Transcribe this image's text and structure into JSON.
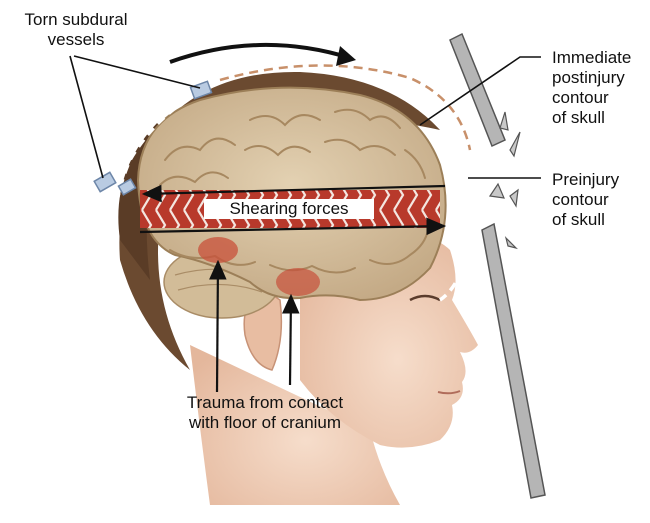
{
  "labels": {
    "torn_vessels": "Torn subdural\nvessels",
    "postinjury_contour": "Immediate\npostinjury\ncontour\nof skull",
    "preinjury_contour": "Preinjury\ncontour\nof skull",
    "shearing_forces": "Shearing forces",
    "trauma": "Trauma from contact\nwith floor of cranium"
  },
  "colors": {
    "skin": "#f2d2bd",
    "hair": "#6b4a30",
    "brain": "#d9c4a3",
    "contusion": "#c8503a",
    "shear_band": "#b8392b",
    "dashed_contour": "#c8906a",
    "object": "#b5b5b5"
  }
}
